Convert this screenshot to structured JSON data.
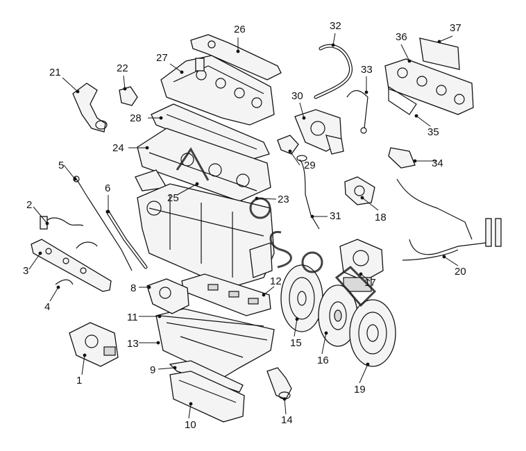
{
  "diagram": {
    "callouts": [
      "1",
      "2",
      "3",
      "4",
      "5",
      "6",
      "8",
      "9",
      "10",
      "11",
      "12",
      "13",
      "14",
      "15",
      "16",
      "17",
      "18",
      "19",
      "20",
      "21",
      "22",
      "23",
      "24",
      "25",
      "26",
      "27",
      "28",
      "29",
      "30",
      "31",
      "32",
      "33",
      "34",
      "35",
      "36",
      "37"
    ]
  }
}
